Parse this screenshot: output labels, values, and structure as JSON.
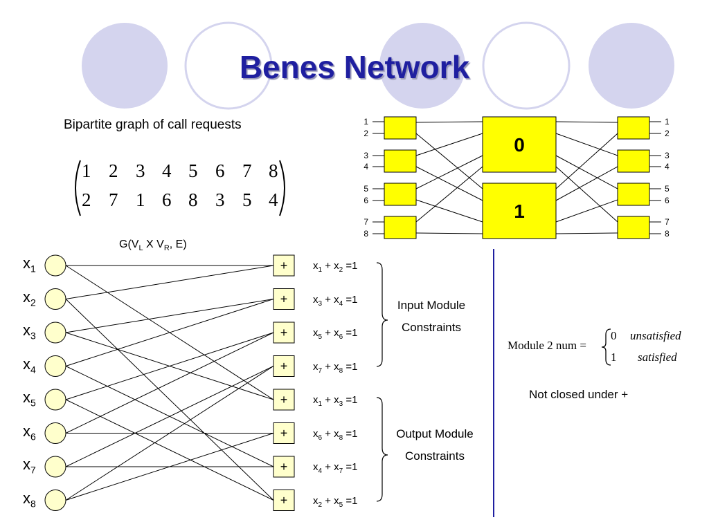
{
  "slide": {
    "title": "Benes Network",
    "colors": {
      "title": "#1f1fa0",
      "circle_fill": "#d4d4ee",
      "switch_fill": "#ffff00",
      "node_fill": "#ffffcc"
    }
  },
  "graph_caption": "Bipartite graph of call requests",
  "matrix": {
    "top": [
      "1",
      "2",
      "3",
      "4",
      "5",
      "6",
      "7",
      "8"
    ],
    "bottom": [
      "2",
      "7",
      "1",
      "6",
      "8",
      "3",
      "5",
      "4"
    ]
  },
  "graph_label": {
    "prefix": "G(V",
    "l_sub": "L",
    "mid": " X V",
    "r_sub": "R",
    "suffix": ", E)"
  },
  "left_nodes": [
    "1",
    "2",
    "3",
    "4",
    "5",
    "6",
    "7",
    "8"
  ],
  "right_node_symbol": "+",
  "equations": [
    {
      "a": "1",
      "b": "2"
    },
    {
      "a": "3",
      "b": "4"
    },
    {
      "a": "5",
      "b": "6"
    },
    {
      "a": "7",
      "b": "8"
    },
    {
      "a": "1",
      "b": "3"
    },
    {
      "a": "6",
      "b": "8"
    },
    {
      "a": "4",
      "b": "7"
    },
    {
      "a": "2",
      "b": "5"
    }
  ],
  "input_constraints": {
    "line1": "Input Module",
    "line2": "Constraints"
  },
  "output_constraints": {
    "line1": "Output Module",
    "line2": "Constraints"
  },
  "benes": {
    "input_ports": [
      "1",
      "2",
      "3",
      "4",
      "5",
      "6",
      "7",
      "8"
    ],
    "output_ports": [
      "1",
      "2",
      "3",
      "4",
      "5",
      "6",
      "7",
      "8"
    ],
    "middle_labels": [
      "0",
      "1"
    ]
  },
  "formula": {
    "lhs": "Module 2 num =",
    "case0_value": "0",
    "case0_label": "unsatisfied",
    "case1_value": "1",
    "case1_label": "satisfied"
  },
  "note": "Not closed under +"
}
